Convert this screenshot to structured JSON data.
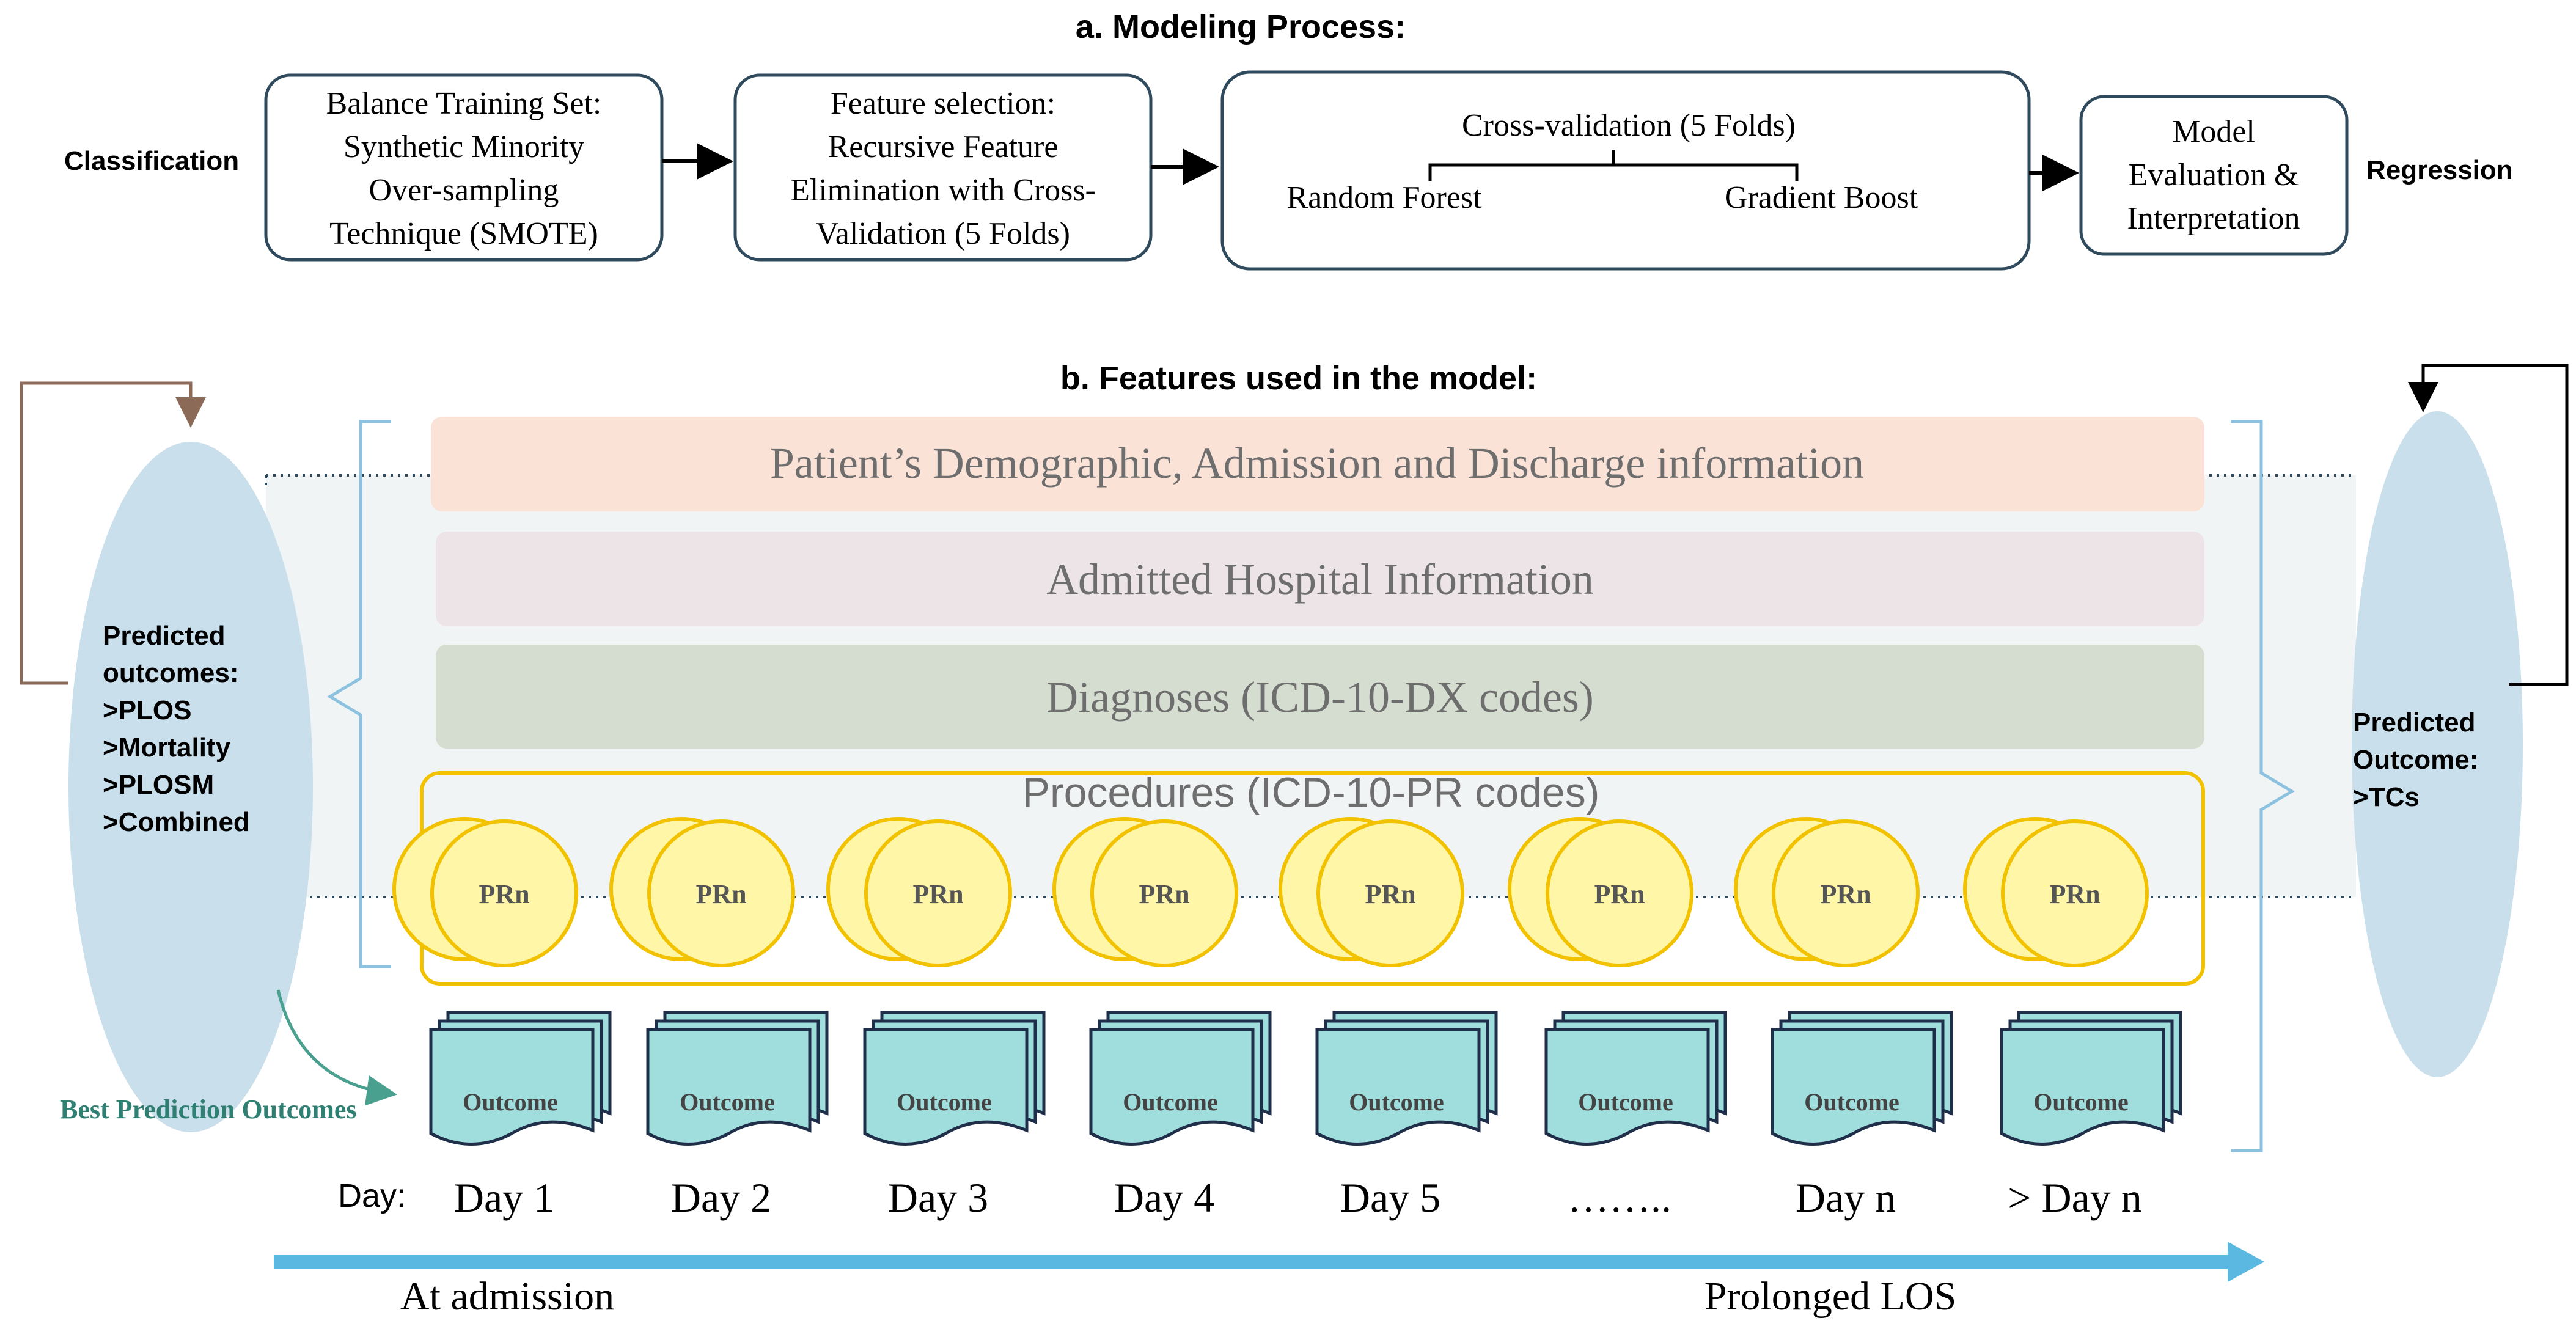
{
  "section_a": {
    "title": "a. Modeling Process:",
    "left_label": "Classification",
    "right_label": "Regression",
    "step1": [
      "Balance Training Set:",
      "Synthetic Minority",
      "Over-sampling",
      "Technique (SMOTE)"
    ],
    "step2": [
      "Feature selection:",
      "Recursive Feature",
      "Elimination with Cross-",
      "Validation (5 Folds)"
    ],
    "step3": {
      "title": "Cross-validation (5 Folds)",
      "left": "Random Forest",
      "right": "Gradient Boost"
    },
    "step4": [
      "Model",
      "Evaluation &",
      "Interpretation"
    ]
  },
  "section_b": {
    "title": "b. Features used in the model:",
    "layers": {
      "demographic": "Patient’s Demographic, Admission and Discharge information",
      "hospital": "Admitted Hospital Information",
      "diagnoses": "Diagnoses (ICD-10-DX codes)",
      "procedures": "Procedures (ICD-10-PR codes)"
    },
    "procedure_label": "PRn",
    "outcome_label": "Outcome",
    "left_ellipse": [
      "Predicted",
      "outcomes:",
      ">PLOS",
      ">Mortality",
      ">PLOSM",
      ">Combined"
    ],
    "right_ellipse": [
      "Predicted",
      "Outcome:",
      ">TCs"
    ],
    "best_prediction": "Best Prediction Outcomes",
    "day_prefix": "Day:",
    "days": [
      "Day 1",
      "Day 2",
      "Day 3",
      "Day 4",
      "Day 5",
      "……..",
      "Day n",
      "> Day n"
    ],
    "timeline_start": "At admission",
    "timeline_end": "Prolonged LOS"
  },
  "colors": {
    "box_border": "#2f4a5c",
    "demographic_fill": "#fbe2d6",
    "hospital_fill": "#ece4e6",
    "diagnoses_fill": "#d5dcd0",
    "layer_text": "#6e6e6e",
    "procedure_border": "#f2c200",
    "circle_fill": "#fff6a8",
    "outcome_fill": "#9fdedd",
    "ellipse_fill": "#c9dfec",
    "bracket": "#8cc1e0",
    "timeline": "#5bb8e0",
    "feedback_left": "#8c6a58",
    "best_prediction": "#2f8072"
  }
}
